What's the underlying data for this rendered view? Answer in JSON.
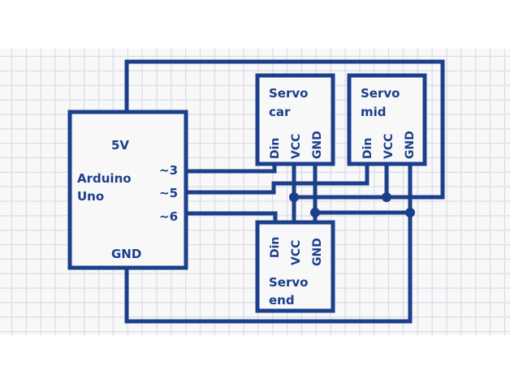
{
  "diagram": {
    "colors": {
      "wire": "#1b3f8b",
      "grid": "#dcdde8",
      "paper": "#f8f8f8"
    },
    "arduino": {
      "title_line1": "Arduino",
      "title_line2": "Uno",
      "pin_5v": "5V",
      "pin_gnd": "GND",
      "pin_3": "~3",
      "pin_5": "~5",
      "pin_6": "~6"
    },
    "servos": [
      {
        "id": "car",
        "title_line1": "Servo",
        "title_line2": "car",
        "pins": [
          "Din",
          "VCC",
          "GND"
        ]
      },
      {
        "id": "mid",
        "title_line1": "Servo",
        "title_line2": "mid",
        "pins": [
          "Din",
          "VCC",
          "GND"
        ]
      },
      {
        "id": "end",
        "title_line1": "Servo",
        "title_line2": "end",
        "pins": [
          "Din",
          "VCC",
          "GND"
        ]
      }
    ],
    "connections": [
      {
        "from": "Arduino ~3",
        "to": "Servo car Din"
      },
      {
        "from": "Arduino ~5",
        "to": "Servo mid Din"
      },
      {
        "from": "Arduino ~6",
        "to": "Servo end Din"
      },
      {
        "from": "Arduino 5V",
        "to": "VCC bus (all servos)"
      },
      {
        "from": "Arduino GND",
        "to": "GND bus (all servos)"
      }
    ]
  }
}
